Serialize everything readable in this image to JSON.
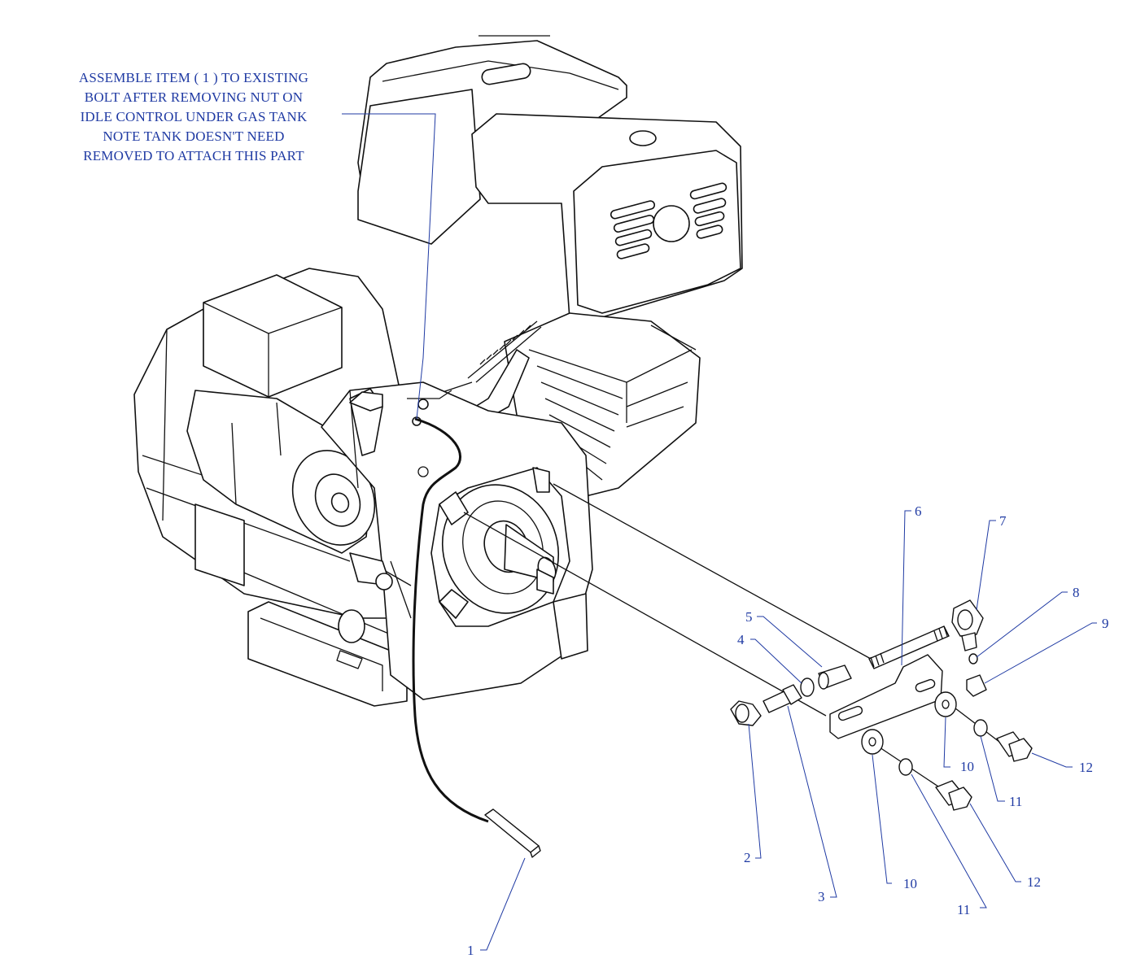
{
  "note": {
    "lines": [
      "ASSEMBLE ITEM ( 1 ) TO EXISTING",
      "BOLT AFTER REMOVING NUT ON",
      "IDLE CONTROL UNDER GAS TANK",
      "NOTE TANK DOESN'T NEED",
      "REMOVED TO ATTACH THIS PART"
    ]
  },
  "callouts": {
    "c1": "1",
    "c2": "2",
    "c3": "3",
    "c4": "4",
    "c5": "5",
    "c6": "6",
    "c7": "7",
    "c8": "8",
    "c9": "9",
    "c10a": "10",
    "c10b": "10",
    "c11a": "11",
    "c11b": "11",
    "c12a": "12",
    "c12b": "12"
  },
  "colors": {
    "callout": "#1f3aa3",
    "linework": "#111111"
  }
}
